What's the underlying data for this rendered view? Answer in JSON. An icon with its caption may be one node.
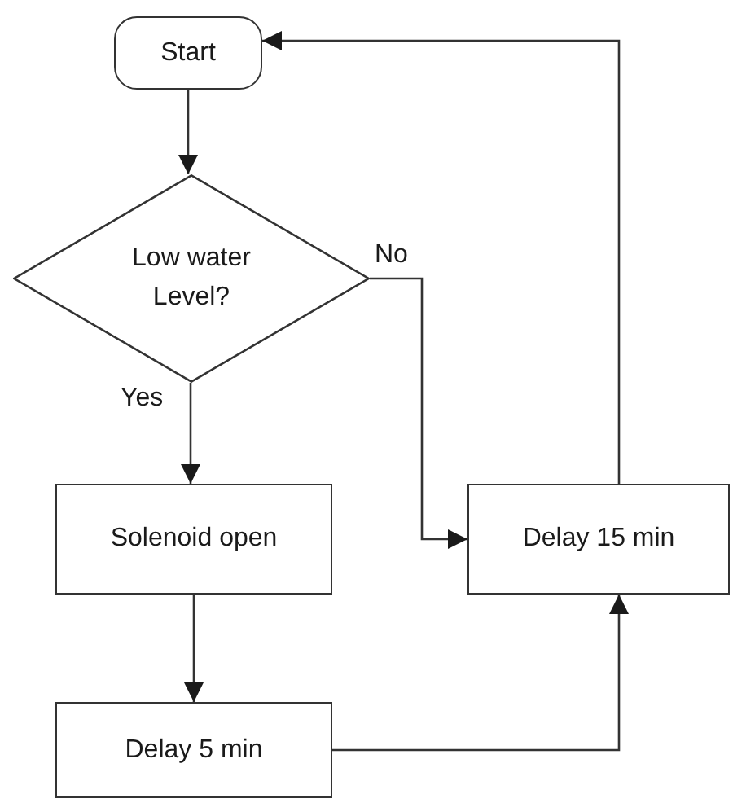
{
  "diagram": {
    "nodes": [
      {
        "text": [
          "Start"
        ]
      },
      {
        "text": [
          "Low water Level?"
        ]
      },
      {
        "text": [
          "Solenoid open"
        ]
      },
      {
        "text": [
          "Delay 15 min"
        ]
      },
      {
        "text": [
          "Delay 5 min"
        ]
      }
    ],
    "edges": [
      {
        "from": 0,
        "to": 1,
        "arrow": "to"
      },
      {
        "from": 1,
        "to": 2,
        "arrow": "to",
        "label": "Yes"
      },
      {
        "from": 1,
        "to": 3,
        "arrow": "to",
        "label": "No"
      },
      {
        "from": 2,
        "to": 4,
        "arrow": "to"
      },
      {
        "from": 4,
        "to": 3,
        "arrow": "to"
      },
      {
        "from": 3,
        "to": 0,
        "arrow": "to"
      }
    ]
  }
}
